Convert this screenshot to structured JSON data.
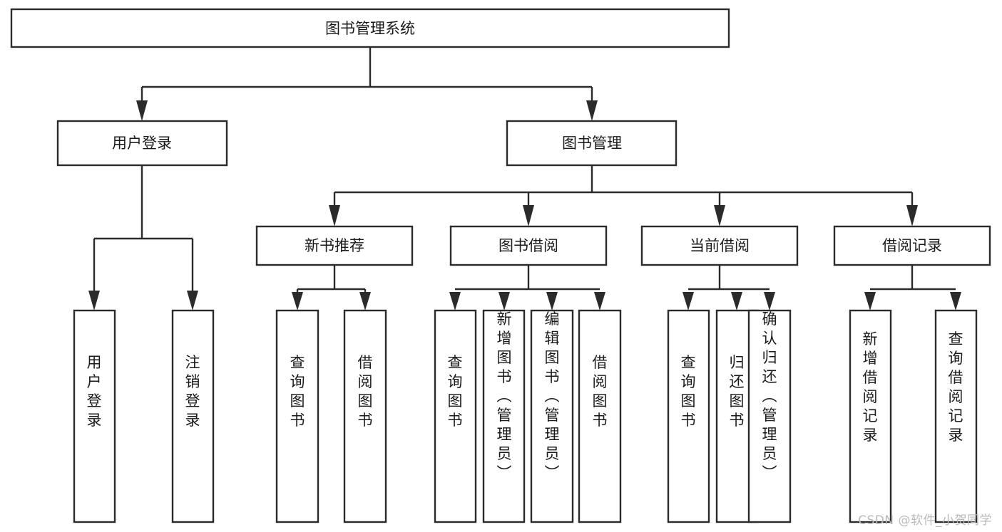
{
  "diagram": {
    "type": "tree",
    "title": "图书管理系统",
    "orientation": "top-down",
    "colors": {
      "box_stroke": "#2b2b2b",
      "box_fill": "#ffffff",
      "line": "#2b2b2b",
      "text": "#1a1a1a",
      "background": "#ffffff",
      "watermark": "#b9b9b9"
    },
    "root": {
      "label": "图书管理系统"
    },
    "level2": [
      {
        "label": "用户登录"
      },
      {
        "label": "图书管理"
      }
    ],
    "level3": [
      {
        "label": "新书推荐"
      },
      {
        "label": "图书借阅"
      },
      {
        "label": "当前借阅"
      },
      {
        "label": "借阅记录"
      }
    ],
    "leaves": {
      "user_login": [
        {
          "label": "用户登录"
        },
        {
          "label": "注销登录"
        }
      ],
      "new_book_recommend": [
        {
          "label": "查询图书"
        },
        {
          "label": "借阅图书"
        }
      ],
      "book_borrow": [
        {
          "label": "查询图书"
        },
        {
          "label": "新增图书（管理员）"
        },
        {
          "label": "编辑图书（管理员）"
        },
        {
          "label": "借阅图书"
        }
      ],
      "current_borrow": [
        {
          "label": "查询图书"
        },
        {
          "label": "归还图书"
        },
        {
          "label": "确认归还（管理员）"
        }
      ],
      "borrow_record": [
        {
          "label": "新增借阅记录"
        },
        {
          "label": "查询借阅记录"
        }
      ]
    }
  },
  "watermark": {
    "text": "CSDN @软件_小贺同学"
  }
}
